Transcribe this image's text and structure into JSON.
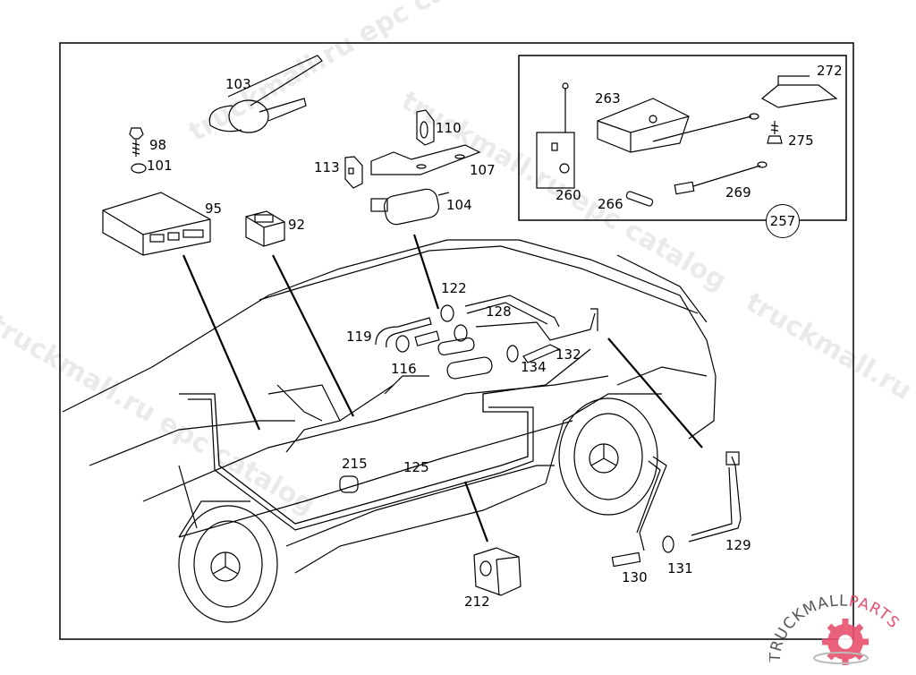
{
  "diagram": {
    "type": "exploded-parts-diagram",
    "subject": "vehicle anti-theft / alarm system components",
    "inset_group": {
      "label": "257",
      "parts": [
        "260",
        "263",
        "266",
        "269",
        "272",
        "275"
      ]
    },
    "parts": [
      {
        "id": "p103",
        "label": "103"
      },
      {
        "id": "p98",
        "label": "98"
      },
      {
        "id": "p101",
        "label": "101"
      },
      {
        "id": "p95",
        "label": "95"
      },
      {
        "id": "p92",
        "label": "92"
      },
      {
        "id": "p110",
        "label": "110"
      },
      {
        "id": "p113",
        "label": "113"
      },
      {
        "id": "p107",
        "label": "107"
      },
      {
        "id": "p104",
        "label": "104"
      },
      {
        "id": "p122",
        "label": "122"
      },
      {
        "id": "p128",
        "label": "128"
      },
      {
        "id": "p119",
        "label": "119"
      },
      {
        "id": "p116",
        "label": "116"
      },
      {
        "id": "p134",
        "label": "134"
      },
      {
        "id": "p132",
        "label": "132"
      },
      {
        "id": "p215",
        "label": "215"
      },
      {
        "id": "p125",
        "label": "125"
      },
      {
        "id": "p212",
        "label": "212"
      },
      {
        "id": "p130",
        "label": "130"
      },
      {
        "id": "p131",
        "label": "131"
      },
      {
        "id": "p129",
        "label": "129"
      },
      {
        "id": "p260",
        "label": "260"
      },
      {
        "id": "p263",
        "label": "263"
      },
      {
        "id": "p266",
        "label": "266"
      },
      {
        "id": "p269",
        "label": "269"
      },
      {
        "id": "p272",
        "label": "272"
      },
      {
        "id": "p275",
        "label": "275"
      }
    ],
    "group_callout": "257"
  },
  "watermarks": {
    "text1": "truckmall.ru epc catalog",
    "text2": "truckmall.ru epc catalog",
    "text3": "truckmall.ru epc catalog",
    "text4": "truckmall.ru epc catalog"
  },
  "logo": {
    "text_dark": "TRUCKMALL",
    "text_accent": "PARTS",
    "accent_color": "#e8516d",
    "dark_color": "#555555"
  }
}
